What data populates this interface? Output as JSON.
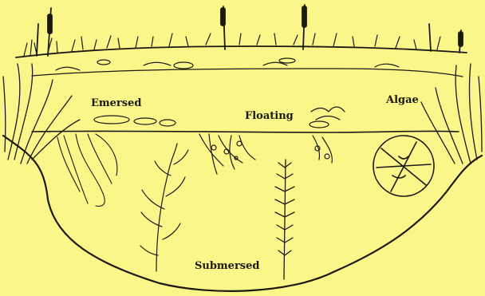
{
  "colors": {
    "background": "#fbf68a",
    "ink": "#1b1a12"
  },
  "labels": {
    "emersed": "Emersed",
    "floating": "Floating",
    "algae": "Algae",
    "submersed": "Submersed"
  }
}
